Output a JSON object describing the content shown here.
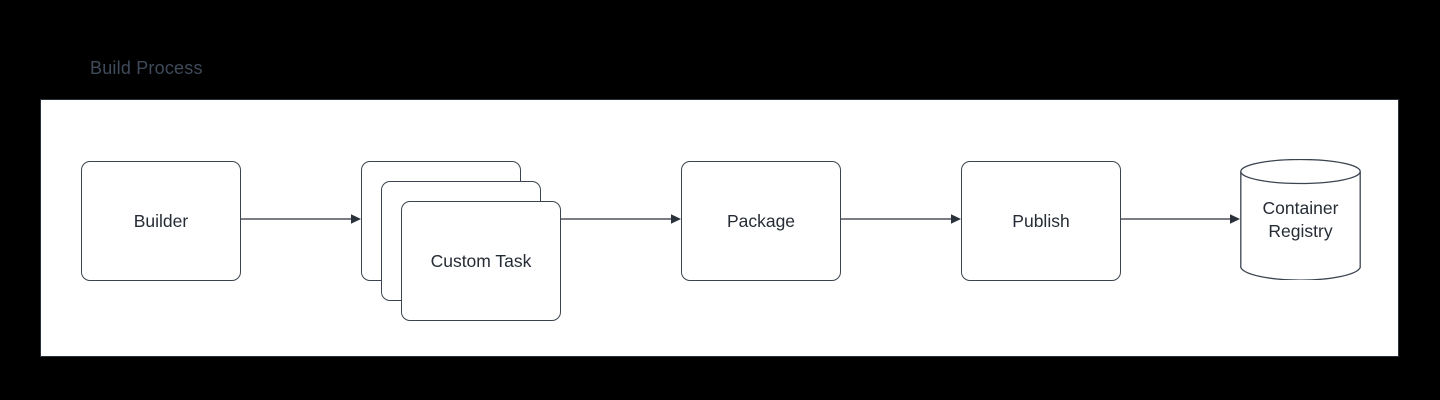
{
  "diagram": {
    "title": "Build Process",
    "background_color": "#000000",
    "panel_background": "#ffffff",
    "stroke_color": "#3b4450",
    "text_color": "#262c35",
    "title_color": "#3f4a5a",
    "type": "flow-diagram"
  },
  "nodes": [
    {
      "id": "builder",
      "label": "Builder",
      "shape": "rounded-rect"
    },
    {
      "id": "custom-task-back",
      "label": "Custom Task",
      "shape": "rounded-rect"
    },
    {
      "id": "custom-task-mid",
      "label": "Custom Task",
      "shape": "rounded-rect"
    },
    {
      "id": "custom-task-front",
      "label": "Custom Task",
      "shape": "rounded-rect"
    },
    {
      "id": "package",
      "label": "Package",
      "shape": "rounded-rect"
    },
    {
      "id": "publish",
      "label": "Publish",
      "shape": "rounded-rect"
    },
    {
      "id": "container-registry",
      "label": "Container\nRegistry",
      "shape": "cylinder"
    }
  ],
  "edges": [
    {
      "id": "edge-builder-customtask",
      "from": "builder",
      "to": "custom-task",
      "arrow": "filled-triangle"
    },
    {
      "id": "edge-customtask-package",
      "from": "custom-task",
      "to": "package",
      "arrow": "filled-triangle"
    },
    {
      "id": "edge-package-publish",
      "from": "package",
      "to": "publish",
      "arrow": "filled-triangle"
    },
    {
      "id": "edge-publish-registry",
      "from": "publish",
      "to": "container-registry",
      "arrow": "filled-triangle"
    }
  ]
}
